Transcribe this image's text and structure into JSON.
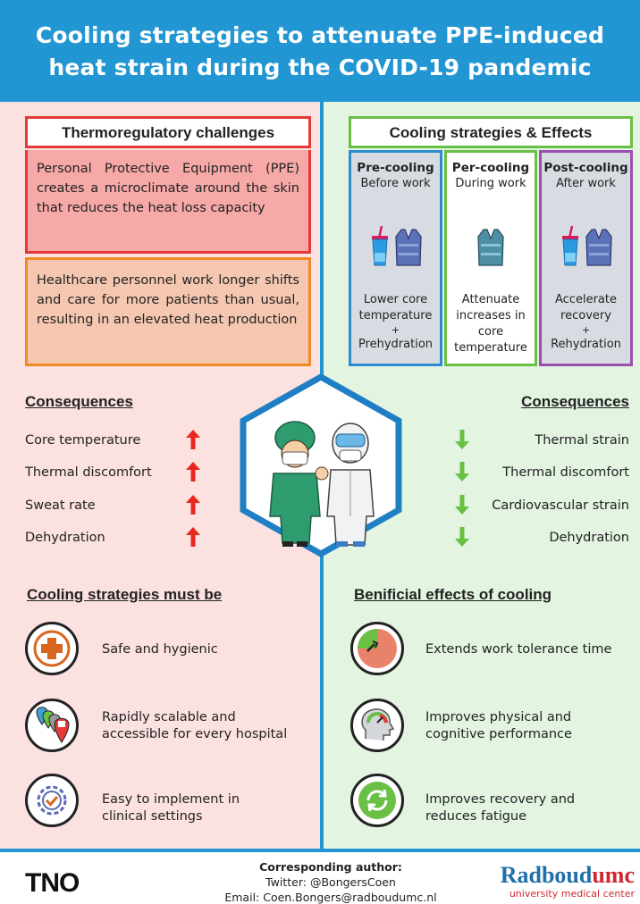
{
  "header": {
    "title_line1": "Cooling strategies to attenuate PPE-induced",
    "title_line2": "heat strain during the COVID-19 pandemic"
  },
  "challenges": {
    "title": "Thermoregulatory challenges",
    "items": [
      "Personal Protective Equipment (PPE) creates a microclimate around the skin that reduces the heat loss capacity",
      "Healthcare personnel work longer shifts and care for more patients than usual, resulting in an elevated heat production"
    ]
  },
  "effects": {
    "title": "Cooling strategies & Effects",
    "columns": [
      {
        "title": "Pre-cooling",
        "sub": "Before work",
        "effect_lines": [
          "Lower core",
          "temperature"
        ],
        "plus": "+",
        "extra": "Prehydration"
      },
      {
        "title": "Per-cooling",
        "sub": "During work",
        "effect_lines": [
          "Attenuate",
          "increases in",
          "core",
          "temperature"
        ],
        "plus": "",
        "extra": ""
      },
      {
        "title": "Post-cooling",
        "sub": "After work",
        "effect_lines": [
          "Accelerate",
          "recovery"
        ],
        "plus": "+",
        "extra": "Rehydration"
      }
    ]
  },
  "consequences_left": {
    "title": "Consequences",
    "items": [
      "Core temperature",
      "Thermal discomfort",
      "Sweat rate",
      "Dehydration"
    ]
  },
  "consequences_right": {
    "title": "Consequences",
    "items": [
      "Thermal strain",
      "Thermal discomfort",
      "Cardiovascular strain",
      "Dehydration"
    ]
  },
  "must_be": {
    "title": "Cooling strategies must be",
    "items": [
      {
        "line1": "Safe and hygienic",
        "line2": ""
      },
      {
        "line1": "Rapidly scalable and",
        "line2": "accessible for every hospital"
      },
      {
        "line1": "Easy to implement in",
        "line2": "clinical settings"
      }
    ]
  },
  "benefits": {
    "title": "Benificial effects of cooling",
    "items": [
      {
        "line1": "Extends work tolerance time",
        "line2": ""
      },
      {
        "line1": "Improves physical and",
        "line2": "cognitive performance"
      },
      {
        "line1": "Improves recovery and",
        "line2": "reduces fatigue"
      }
    ]
  },
  "footer": {
    "tno": "TNO",
    "author_heading": "Corresponding author:",
    "twitter": "Twitter: @BongersCoen",
    "email": "Email: Coen.Bongers@radboudumc.nl",
    "radboud_name": "Radboud",
    "radboud_umc": "umc",
    "radboud_sub": "university medical center"
  },
  "colors": {
    "header": "#2196d3",
    "left_bg": "#fbe1e0",
    "right_bg": "#e3f4e1",
    "up_arrow": "#e8271e",
    "down_arrow": "#6abf45"
  }
}
